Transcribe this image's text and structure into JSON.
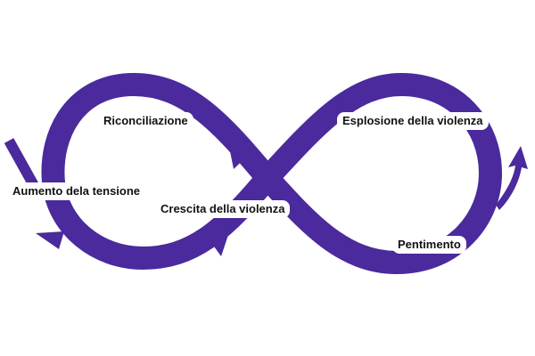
{
  "diagram": {
    "type": "cycle",
    "shape": "infinity-loop",
    "color": "#4a2a9c",
    "stages": [
      {
        "id": "aumento",
        "label": "Aumento dela tensione"
      },
      {
        "id": "riconciliazione",
        "label": "Riconciliazione"
      },
      {
        "id": "crescita",
        "label": "Crescita della violenza"
      },
      {
        "id": "esplosione",
        "label": "Esplosione della violenza"
      },
      {
        "id": "pentimento",
        "label": "Pentimento"
      }
    ]
  }
}
